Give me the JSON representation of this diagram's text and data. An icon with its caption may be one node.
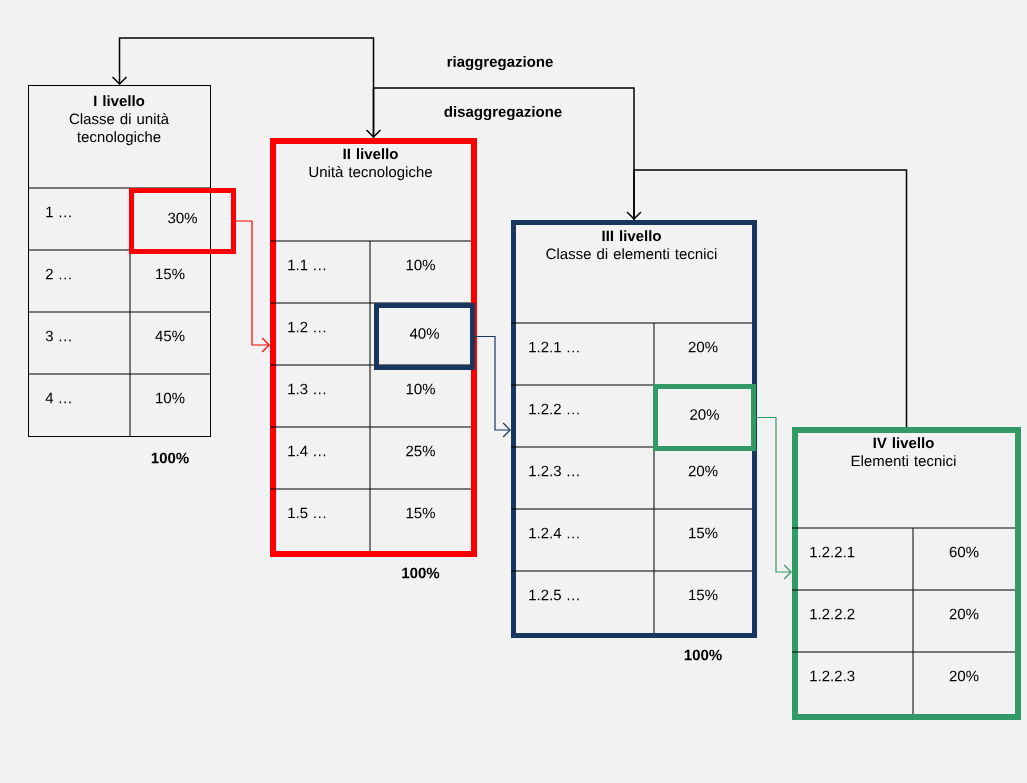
{
  "diagram": {
    "nodes": [
      {
        "text": [
          "I livello",
          "Classe di unità tecnologiche"
        ],
        "beside": [
          "100%"
        ]
      },
      {
        "text": [
          "30%"
        ]
      },
      {
        "text": [
          "II livello",
          "Unità tecnologiche"
        ],
        "beside": [
          "100%"
        ]
      },
      {
        "text": [
          "40%"
        ],
        "in": 2
      },
      {
        "text": [
          "III livello",
          "Classe di elementi tecnici"
        ],
        "beside": [
          "100%"
        ]
      },
      {
        "text": [
          "20%"
        ],
        "in": 4
      },
      {
        "text": [
          "IV livello",
          "Elementi tecnici"
        ]
      }
    ],
    "edges": [
      {
        "from": 1,
        "to": 2,
        "arrow": "to",
        "color": "#ff0000"
      },
      {
        "from": 3,
        "to": 4,
        "arrow": "to",
        "color": "#17375e"
      },
      {
        "from": 5,
        "to": 6,
        "arrow": "to",
        "color": "#339966"
      },
      {
        "from": 6,
        "to": 4,
        "arrow": "to",
        "color": "#000000"
      },
      {
        "from": 4,
        "to": 2,
        "arrow": "to",
        "color": "#000000"
      },
      {
        "from": 2,
        "to": 0,
        "arrow": "to",
        "color": "#000000"
      }
    ],
    "labels": [
      "riaggregazione",
      "disaggregazione",
      "1 …",
      "2 …",
      "15%",
      "3 …",
      "45%",
      "4 …",
      "10%",
      "1.1 …",
      "10%",
      "1.2 …",
      "1.3 …",
      "10%",
      "1.4 …",
      "25%",
      "1.5 …",
      "15%",
      "1.2.1  …",
      "20%",
      "1.2.2  …",
      "1.2.3  …",
      "20%",
      "1.2.4  …",
      "15%",
      "1.2.5  …",
      "15%",
      "1.2.2.1",
      "60%",
      "1.2.2.2",
      "20%",
      "1.2.2.3",
      "20%"
    ]
  }
}
